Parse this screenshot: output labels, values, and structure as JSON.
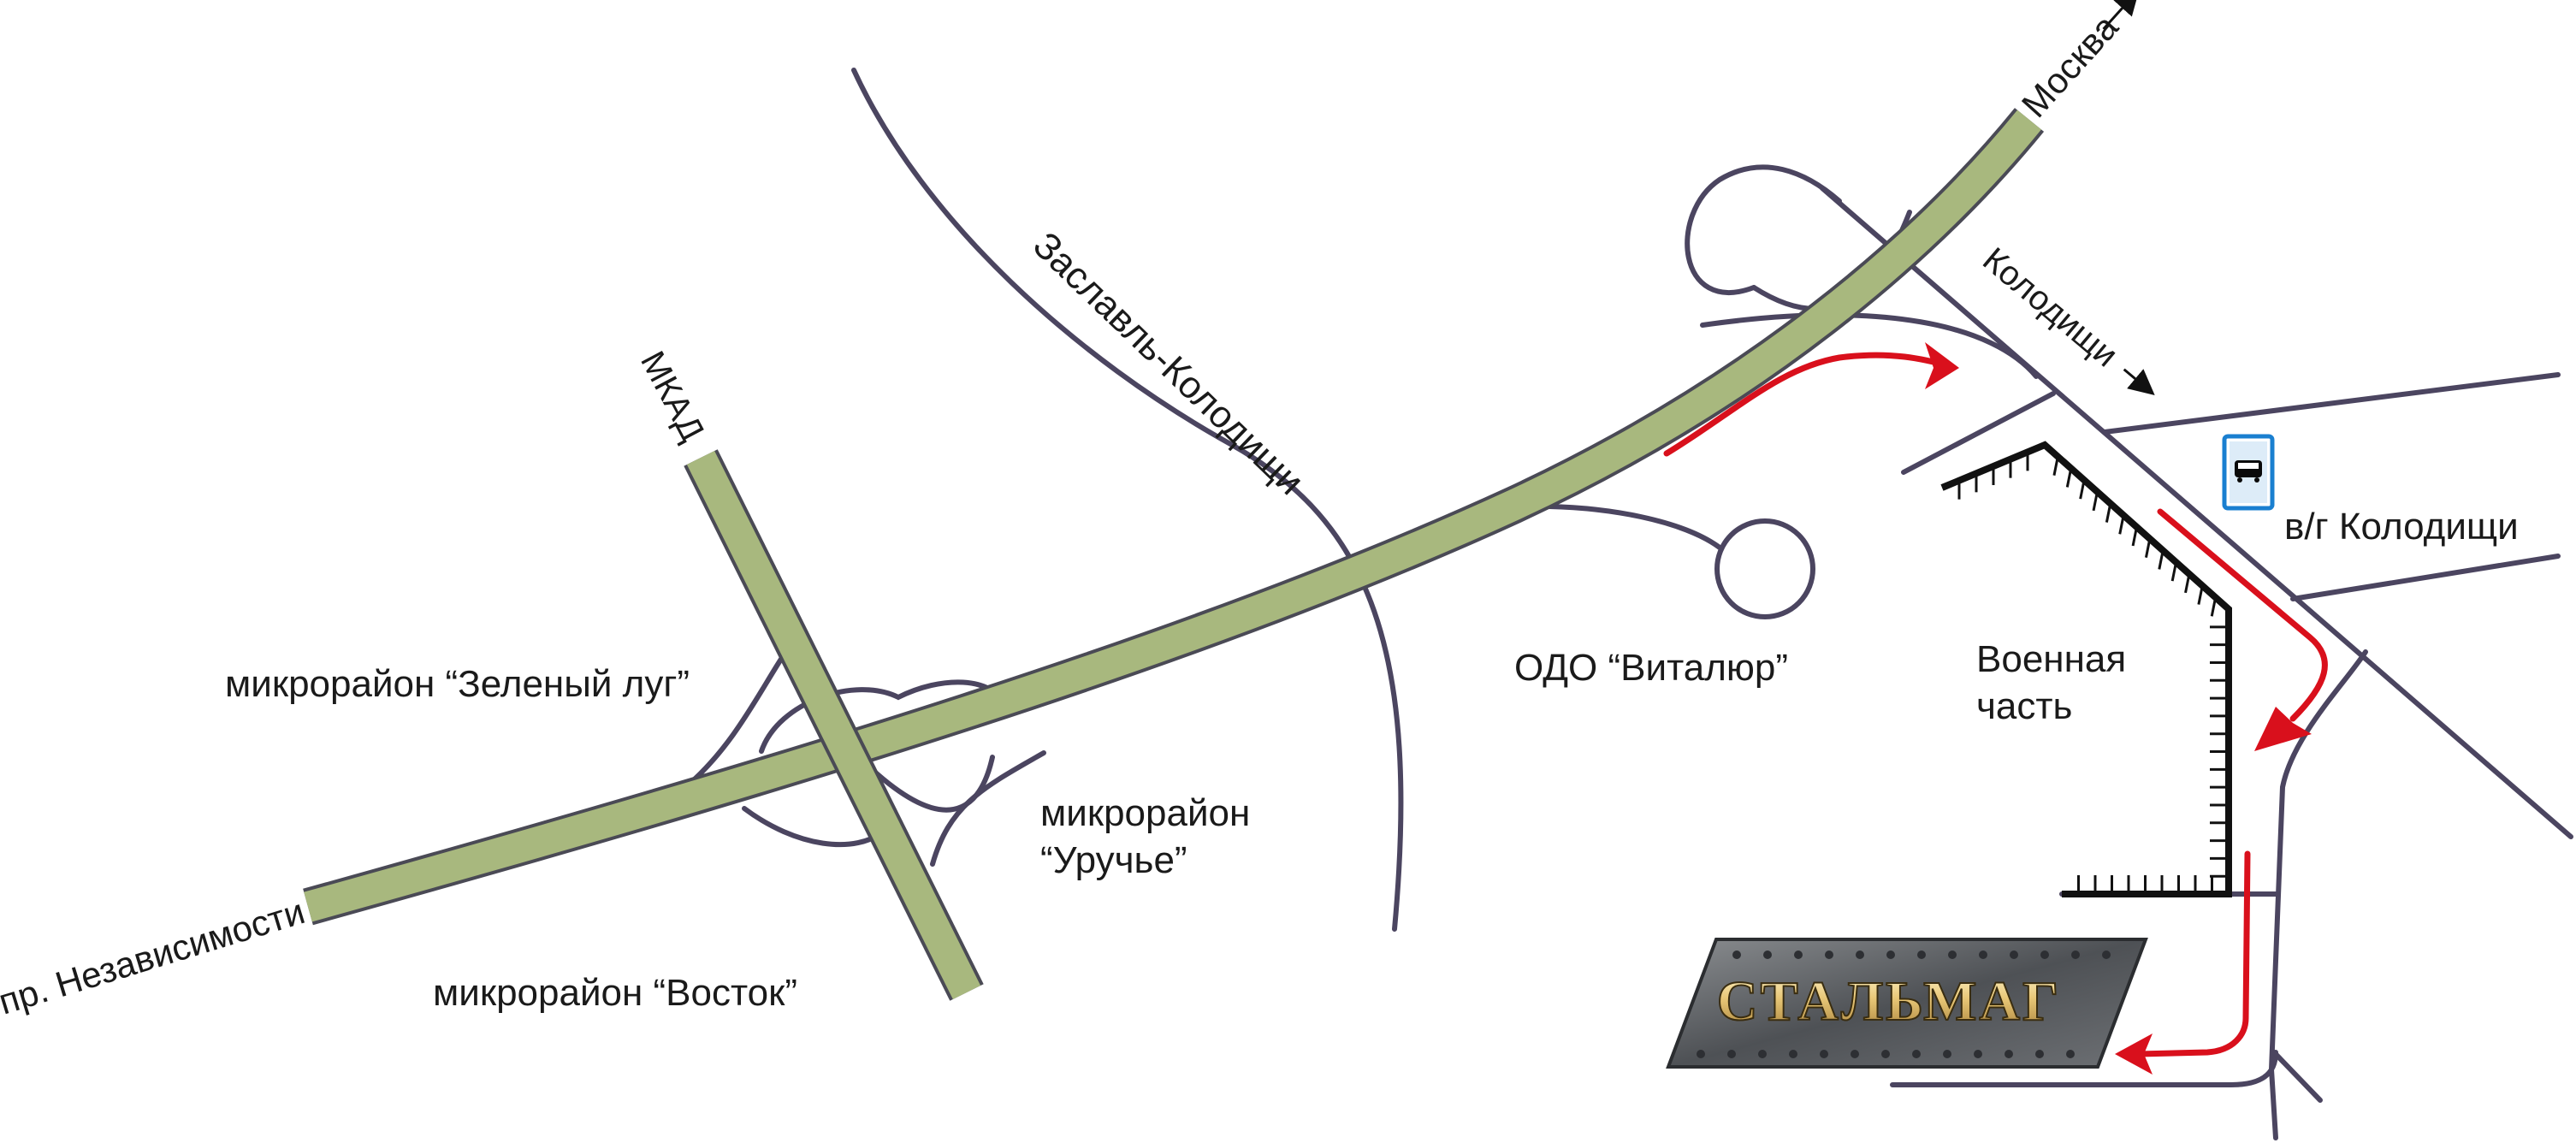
{
  "map": {
    "roads": {
      "independence_avenue": "пр. Независимости",
      "moscow": "Москва",
      "mkad": "МКАД",
      "zaslavl_kolodishchi": "Заславль-Колодищи",
      "kolodishchi": "Колодищи"
    },
    "districts": {
      "zeleny_lug": "микрорайон “Зеленый луг”",
      "vostok": "микрорайон “Восток”",
      "uruchye_line1": "микрорайон",
      "uruchye_line2": "“Уручье”"
    },
    "places": {
      "vitalur": "ОДО  “Виталюр”",
      "military_line1": "Военная",
      "military_line2": "часть",
      "bus_stop": "в/г Колодищи"
    },
    "logo": {
      "text": "СТАЛЬМАГ"
    },
    "icons": {
      "bus_stop": "bus-stop-sign-icon",
      "route": "red-route-arrow-icon",
      "direction": "direction-arrow-icon"
    },
    "colors": {
      "highway_fill": "#a8b87e",
      "highway_border": "#4a4a55",
      "road": "#4b4560",
      "route": "#d9101c",
      "military": "#111111",
      "bus_sign": "#1a7fd0",
      "logo_plate": "#5a5d61",
      "logo_text": "#e8c777"
    }
  }
}
